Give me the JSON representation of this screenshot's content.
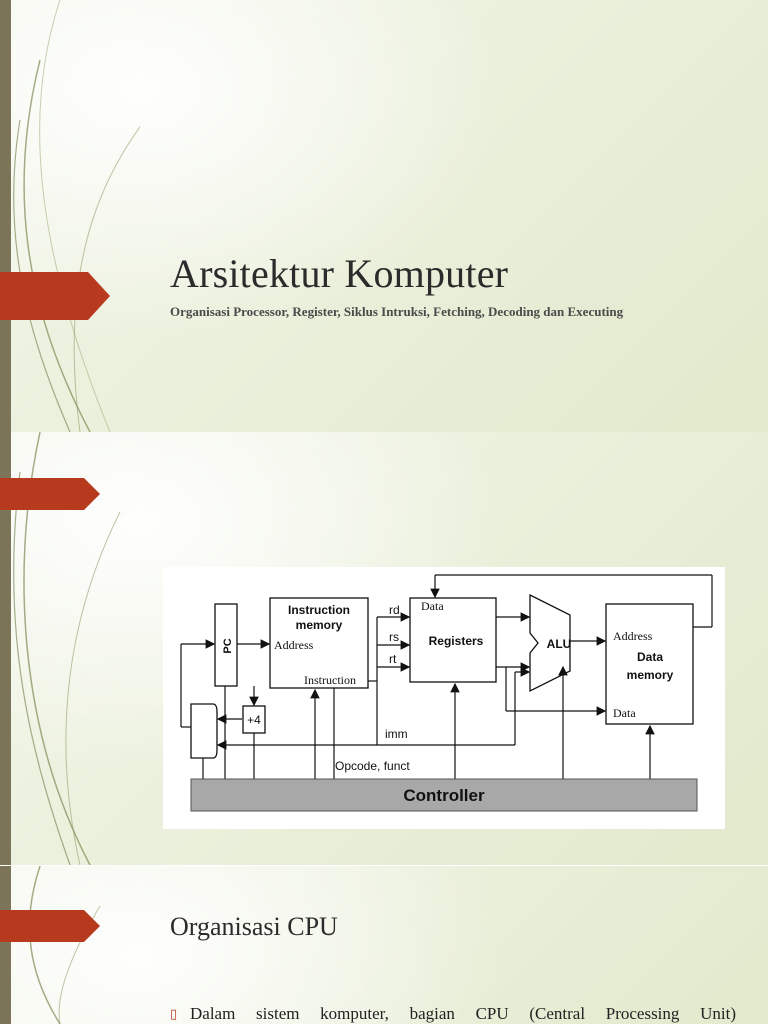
{
  "slides": [
    {
      "title": "Arsitektur Komputer",
      "subtitle": "Organisasi Processor, Register, Siklus Intruksi, Fetching, Decoding dan Executing"
    },
    {
      "diagram": {
        "instruction_memory": "Instruction memory",
        "instruction_memory_line1": "Instruction",
        "instruction_memory_line2": "memory",
        "pc": "PC",
        "address_in": "Address",
        "instruction_out": "Instruction",
        "plus4": "+4",
        "rd": "rd",
        "rs": "rs",
        "rt": "rt",
        "registers": "Registers",
        "registers_data": "Data",
        "alu": "ALU",
        "data_memory_address": "Address",
        "data_memory_line1": "Data",
        "data_memory_line2": "memory",
        "data_memory_data": "Data",
        "imm": "imm",
        "opcode": "Opcode, funct",
        "controller": "Controller"
      }
    },
    {
      "title": "Organisasi CPU",
      "bullet_text": "Dalam sistem komputer, bagian CPU (Central Processing Unit)"
    }
  ],
  "colors": {
    "accent": "#b83a1e",
    "leftbar": "#7b7458",
    "background": "#eef2e1",
    "controller": "#a8a8a8"
  },
  "icons": {
    "bullet": "square-bullet"
  }
}
